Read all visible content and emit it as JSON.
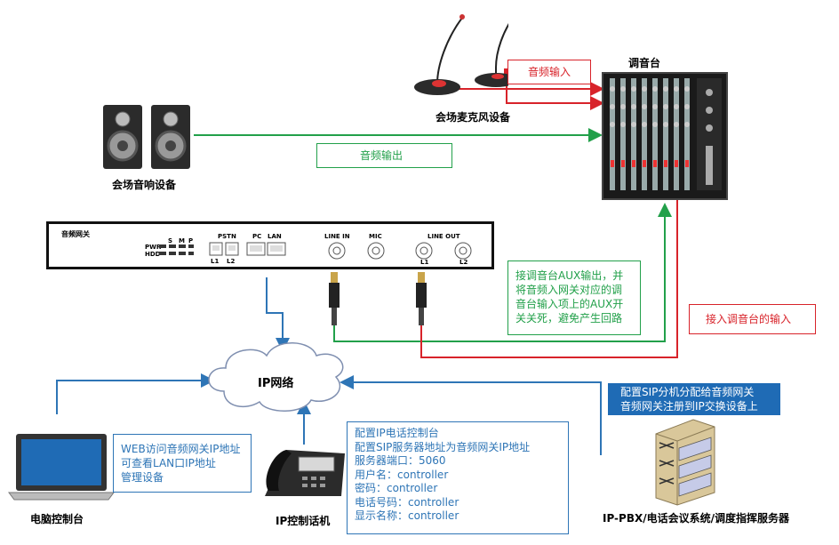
{
  "nodes": {
    "mixer": "调音台",
    "microphones": "会场麦克风设备",
    "speakers": "会场音响设备",
    "gateway": "音频网关",
    "network": "IP网络",
    "pc": "电脑控制台",
    "ip_phone": "IP控制话机",
    "server": "IP-PBX/电话会议系统/调度指挥服务器"
  },
  "gateway_panel": {
    "pwr": "PWR",
    "hdd": "HDD",
    "led_s": "S",
    "led_m": "M",
    "led_p": "P",
    "pstn": "PSTN",
    "pc": "PC",
    "lan": "LAN",
    "l1": "L1",
    "l2": "L2",
    "line_in": "LINE IN",
    "mic": "MIC",
    "line_out": "LINE OUT",
    "lo_l1": "L1",
    "lo_l2": "L2"
  },
  "callouts": {
    "audio_input": "音频输入",
    "audio_output": "音频输出",
    "aux_note": [
      "接调音台AUX输出，并",
      "将音频入网关对应的调",
      "音台输入项上的AUX开",
      "关关死，避免产生回路"
    ],
    "mixer_input": "接入调音台的输入",
    "web_note": [
      "WEB访问音频网关IP地址",
      "可查看LAN口IP地址",
      "管理设备"
    ],
    "phone_config": [
      "配置IP电话控制台",
      "配置SIP服务器地址为音频网关IP地址",
      "服务器端口：5060",
      "用户名：controller",
      "密码：controller",
      "电话号码：controller",
      "显示名称：controller"
    ],
    "sip_config": [
      "配置SIP分机分配给音频网关",
      "音频网关注册到IP交换设备上"
    ]
  },
  "colors": {
    "green": "#22a04a",
    "red": "#d8232a",
    "blue": "#2e75b6",
    "blue_fill": "#1f6bb5"
  }
}
